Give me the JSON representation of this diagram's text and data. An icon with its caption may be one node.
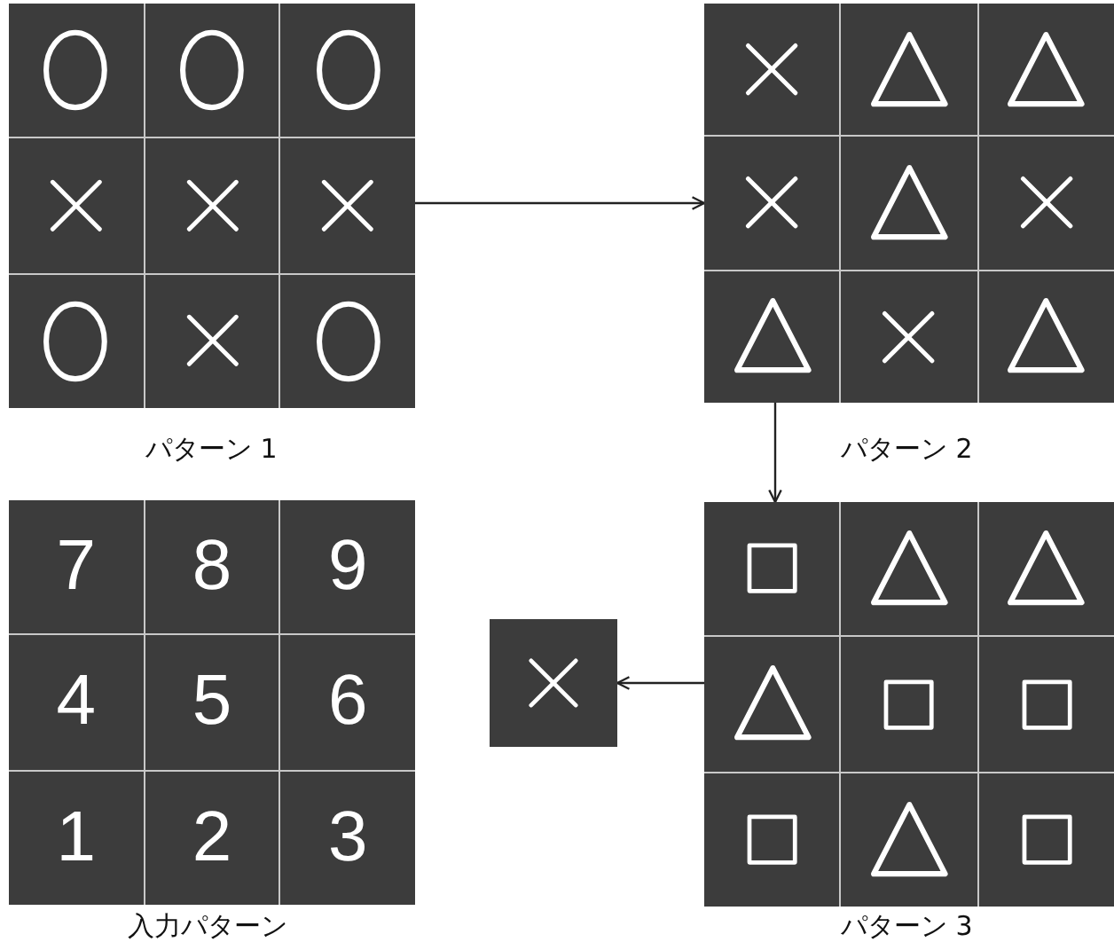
{
  "diagram": {
    "nodes": [
      {
        "text": [],
        "shape": "grid",
        "beside": [
          "パターン 1"
        ]
      },
      {
        "text": [],
        "shape": "circle",
        "in": 0
      },
      {
        "text": [],
        "shape": "circle",
        "in": 0
      },
      {
        "text": [],
        "shape": "circle",
        "in": 0
      },
      {
        "text": [],
        "shape": "cross",
        "in": 0
      },
      {
        "text": [],
        "shape": "cross",
        "in": 0
      },
      {
        "text": [],
        "shape": "cross",
        "in": 0
      },
      {
        "text": [],
        "shape": "circle",
        "in": 0
      },
      {
        "text": [],
        "shape": "cross",
        "in": 0
      },
      {
        "text": [],
        "shape": "circle",
        "in": 0
      },
      {
        "text": [],
        "shape": "grid",
        "beside": [
          "パターン 2"
        ]
      },
      {
        "text": [],
        "shape": "cross",
        "in": 10
      },
      {
        "text": [],
        "shape": "triangle",
        "in": 10
      },
      {
        "text": [],
        "shape": "triangle",
        "in": 10
      },
      {
        "text": [],
        "shape": "cross",
        "in": 10
      },
      {
        "text": [],
        "shape": "triangle",
        "in": 10
      },
      {
        "text": [],
        "shape": "cross",
        "in": 10
      },
      {
        "text": [],
        "shape": "triangle",
        "in": 10
      },
      {
        "text": [],
        "shape": "cross",
        "in": 10
      },
      {
        "text": [],
        "shape": "triangle",
        "in": 10
      },
      {
        "text": [],
        "shape": "grid",
        "beside": [
          "入力パターン"
        ]
      },
      {
        "text": [
          "7"
        ],
        "in": 20
      },
      {
        "text": [
          "8"
        ],
        "in": 20
      },
      {
        "text": [
          "9"
        ],
        "in": 20
      },
      {
        "text": [
          "4"
        ],
        "in": 20
      },
      {
        "text": [
          "5"
        ],
        "in": 20
      },
      {
        "text": [
          "6"
        ],
        "in": 20
      },
      {
        "text": [
          "1"
        ],
        "in": 20
      },
      {
        "text": [
          "2"
        ],
        "in": 20
      },
      {
        "text": [
          "3"
        ],
        "in": 20
      },
      {
        "text": [],
        "shape": "cross"
      },
      {
        "text": [],
        "shape": "grid",
        "beside": [
          "パターン 3"
        ]
      },
      {
        "text": [],
        "shape": "square",
        "in": 31
      },
      {
        "text": [],
        "shape": "triangle",
        "in": 31
      },
      {
        "text": [],
        "shape": "triangle",
        "in": 31
      },
      {
        "text": [],
        "shape": "triangle",
        "in": 31
      },
      {
        "text": [],
        "shape": "square",
        "in": 31
      },
      {
        "text": [],
        "shape": "square",
        "in": 31
      },
      {
        "text": [],
        "shape": "square",
        "in": 31
      },
      {
        "text": [],
        "shape": "triangle",
        "in": 31
      },
      {
        "text": [],
        "shape": "square",
        "in": 31
      }
    ],
    "edges": [
      {
        "from": 0,
        "to": 10,
        "arrow": "to"
      },
      {
        "from": 10,
        "to": 31,
        "arrow": "to"
      },
      {
        "from": 31,
        "to": 30,
        "arrow": "to"
      }
    ]
  }
}
